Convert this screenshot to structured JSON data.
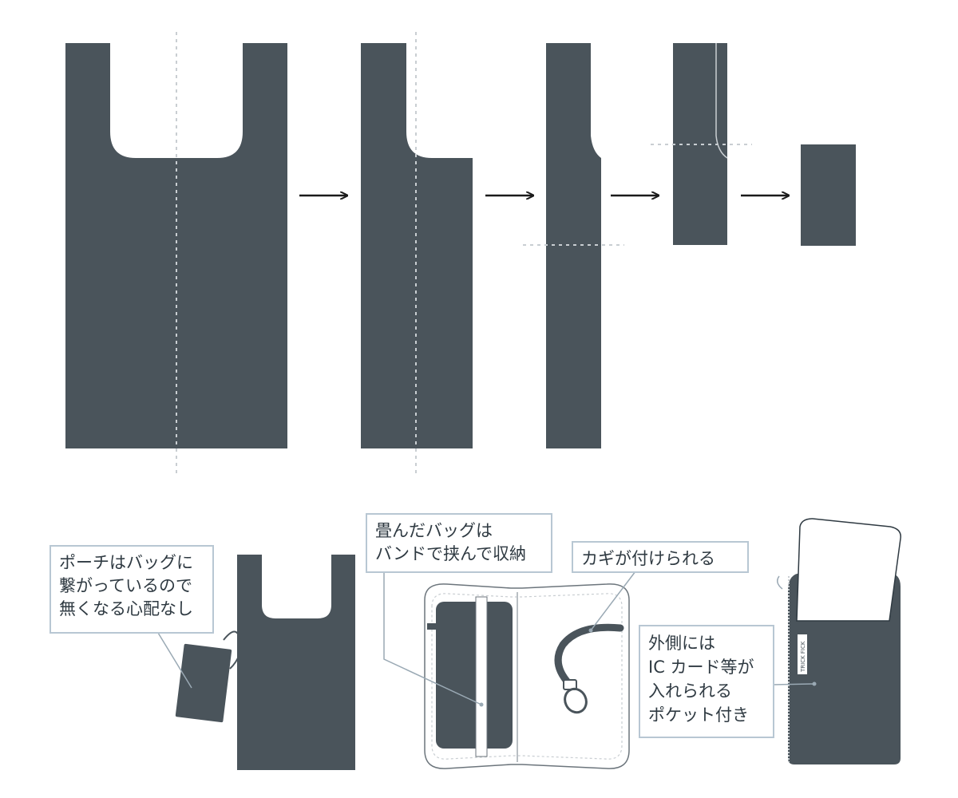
{
  "colors": {
    "bag": "#4a545b",
    "fold_line": "#c9ced2",
    "arrow": "#1a1a1a",
    "callout_border": "#b8c7d3",
    "pointer": "#9aa9b4",
    "outline": "#6c757c"
  },
  "steps": {
    "count": 5,
    "arrow_icon": "right-arrow-icon"
  },
  "callouts": {
    "pouch": {
      "lines": [
        "ポーチはバッグに",
        "繋がっているので",
        "無くなる心配なし"
      ]
    },
    "band": {
      "lines": [
        "畳んだバッグは",
        "バンドで挟んで収納"
      ]
    },
    "key": {
      "lines": [
        "カギが付けられる"
      ]
    },
    "pocket": {
      "lines": [
        "外側には",
        "IC カード等が",
        "入れられる",
        "ポケット付き"
      ]
    }
  },
  "pouch_tag": "TRICK FICK"
}
